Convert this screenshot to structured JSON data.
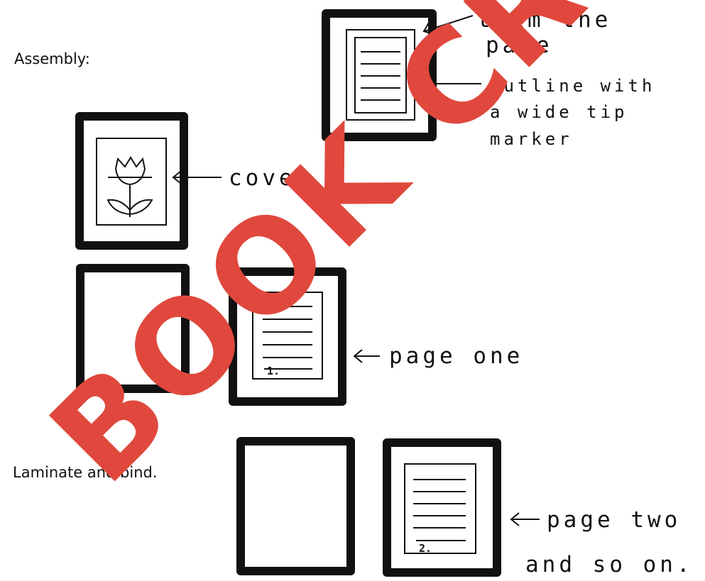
{
  "heading_assembly": "Assembly:",
  "heading_finish": "Laminate and bind.",
  "labels": {
    "trim_line1": "trim the",
    "trim_line2": "page",
    "outline_line1": "outline with",
    "outline_line2": "a wide tip",
    "outline_line3": "marker",
    "cover": "cover",
    "page_one": "page one",
    "page_two": "page two",
    "and_so_on": "and so on."
  },
  "page_numbers": {
    "page_one": "1.",
    "page_two": "2."
  },
  "watermark_text": "BOOK CREATIVE",
  "colors": {
    "ink": "#111111",
    "watermark": "#e0483d",
    "background": "#ffffff"
  }
}
